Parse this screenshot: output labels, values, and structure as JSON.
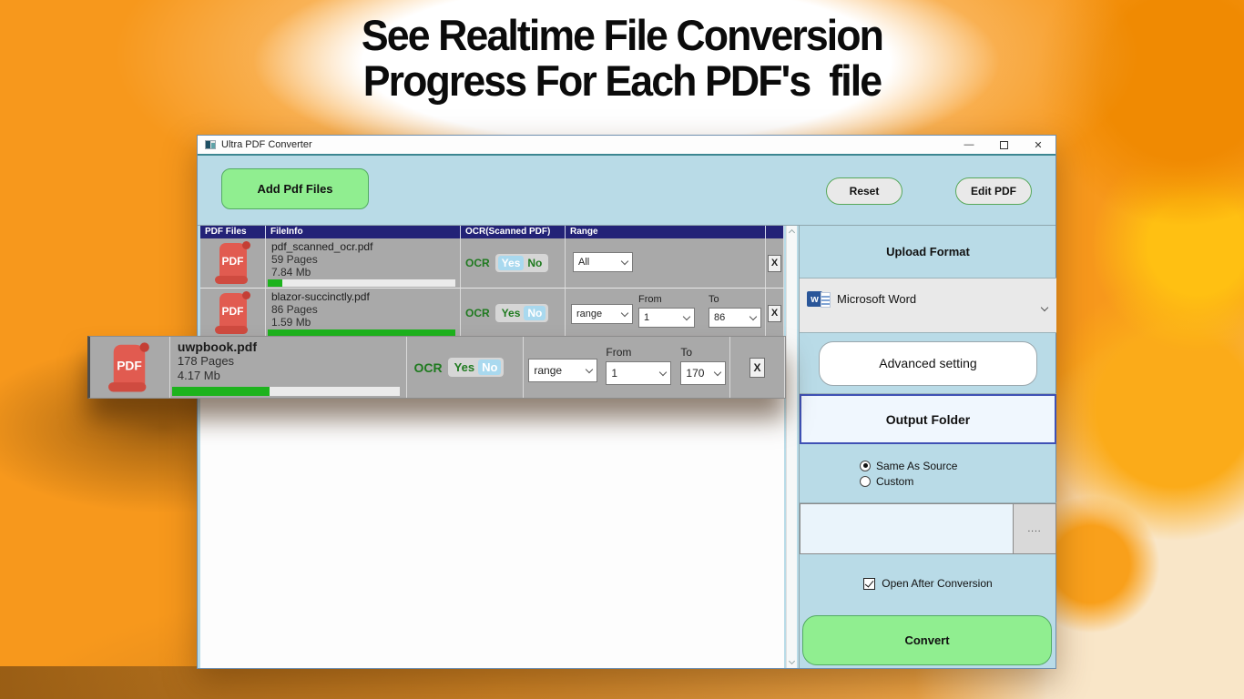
{
  "hero": {
    "title_line1": "See Realtime File Conversion",
    "title_line2": "Progress For Each PDF's  file"
  },
  "window": {
    "title": "Ultra PDF Converter",
    "controls": {
      "minimize": "—",
      "close": "✕"
    }
  },
  "toolbar": {
    "add_button": "Add Pdf Files",
    "reset_button": "Reset",
    "edit_button": "Edit PDF"
  },
  "table": {
    "headers": [
      "PDF Files",
      "FileInfo",
      "OCR(Scanned PDF)",
      "Range"
    ],
    "pdf_icon_label": "PDF",
    "ocr_label": "OCR",
    "yes_label": "Yes",
    "no_label": "No",
    "from_label": "From",
    "to_label": "To",
    "remove_label": "X",
    "rows": [
      {
        "name": "pdf_scanned_ocr.pdf",
        "pages": "59 Pages",
        "size": "7.84 Mb",
        "progress": 8,
        "ocr_selected": "Yes",
        "range_mode": "All",
        "from": "",
        "to": ""
      },
      {
        "name": "blazor-succinctly.pdf",
        "pages": "86 Pages",
        "size": "1.59 Mb",
        "progress": 100,
        "ocr_selected": "No",
        "range_mode": "range",
        "from": "1",
        "to": "86"
      },
      {
        "name": "uwpbook.pdf",
        "pages": "178 Pages",
        "size": "4.17 Mb",
        "progress": 43,
        "ocr_selected": "No",
        "range_mode": "range",
        "from": "1",
        "to": "170"
      }
    ]
  },
  "panel": {
    "upload_format_title": "Upload Format",
    "format_value": "Microsoft Word",
    "advanced_button": "Advanced setting",
    "output_folder_title": "Output Folder",
    "radio_same_label": "Same As Source",
    "radio_custom_label": "Custom",
    "path_value": "",
    "browse_button": "....",
    "open_after_label": "Open After Conversion",
    "convert_button": "Convert"
  },
  "icons": {
    "word_letter": "w"
  },
  "colors": {
    "accent_green": "#90ee90",
    "header_navy": "#232277",
    "panel_blue": "#b9dbe7",
    "row_gray": "#a9a9a9",
    "progress_green": "#1db31d",
    "toggle_selected": "#a9d9ef",
    "ocr_text_green": "#1f7a1f",
    "pdf_red": "#e15b50",
    "word_blue": "#2a5699",
    "output_border_blue": "#3f51b5",
    "background_orange": "#f7981c"
  }
}
